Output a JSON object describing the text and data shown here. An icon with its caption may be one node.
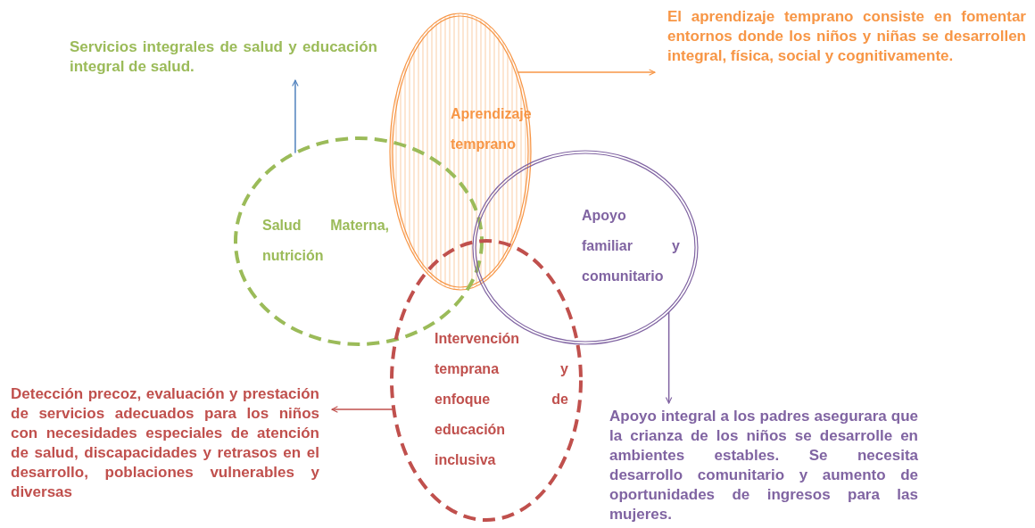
{
  "diagram": {
    "nodes": [
      {
        "text": [
          "Servicios integrales de salud y educación integral de salud."
        ]
      },
      {
        "text": [
          "El aprendizaje temprano consiste en fomentar entornos donde los niños y niñas se desarrollen integral, física, social y cognitivamente."
        ]
      },
      {
        "text": [
          "Aprendizaje temprano"
        ]
      },
      {
        "text": [
          "Salud Materna, nutrición"
        ]
      },
      {
        "text": [
          "Apoyo familiar y comunitario"
        ]
      },
      {
        "text": [
          "Intervención temprana y enfoque de educación inclusiva"
        ]
      },
      {
        "text": [
          "Detección precoz, evaluación y prestación de servicios adecuados para los niños con necesidades especiales de atención de salud, discapacidades y retrasos en el desarrollo, poblaciones vulnerables y diversas"
        ]
      },
      {
        "text": [
          "Apoyo integral a los padres asegurara que la crianza de los niños se desarrolle en ambientes estables. Se necesita desarrollo comunitario y aumento de oportunidades de ingresos para las mujeres."
        ]
      }
    ],
    "edges": [
      {
        "from": 3,
        "to": 0,
        "arrow": "to",
        "color": "#4f81bd"
      },
      {
        "from": 2,
        "to": 1,
        "arrow": "to",
        "color": "#f79646"
      },
      {
        "from": 5,
        "to": 6,
        "arrow": "to",
        "color": "#c0504d"
      },
      {
        "from": 4,
        "to": 7,
        "arrow": "to",
        "color": "#8064a2"
      }
    ]
  }
}
